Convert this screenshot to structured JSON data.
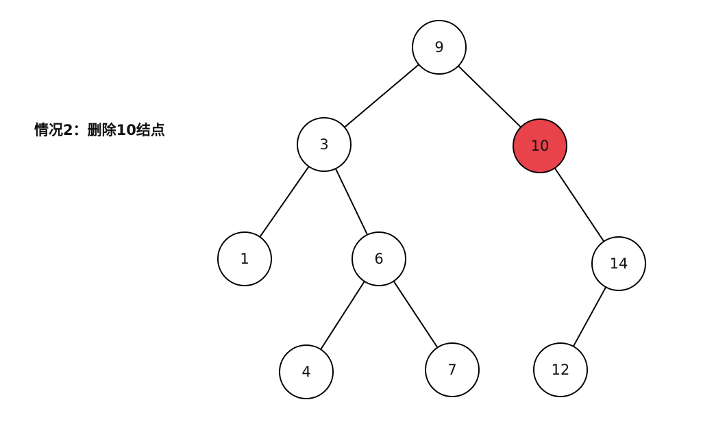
{
  "caption": "情况2：删除10结点",
  "colors": {
    "highlight_fill": "#e8434b",
    "node_fill": "#ffffff",
    "stroke": "#000000",
    "highlight_text": "#ffffff"
  },
  "nodes": [
    {
      "id": "n9",
      "label": "9",
      "highlighted": false
    },
    {
      "id": "n3",
      "label": "3",
      "highlighted": false
    },
    {
      "id": "n10",
      "label": "10",
      "highlighted": true
    },
    {
      "id": "n1",
      "label": "1",
      "highlighted": false
    },
    {
      "id": "n6",
      "label": "6",
      "highlighted": false
    },
    {
      "id": "n14",
      "label": "14",
      "highlighted": false
    },
    {
      "id": "n4",
      "label": "4",
      "highlighted": false
    },
    {
      "id": "n7",
      "label": "7",
      "highlighted": false
    },
    {
      "id": "n12",
      "label": "12",
      "highlighted": false
    }
  ],
  "edges": [
    {
      "from": "n9",
      "to": "n3"
    },
    {
      "from": "n9",
      "to": "n10"
    },
    {
      "from": "n3",
      "to": "n1"
    },
    {
      "from": "n3",
      "to": "n6"
    },
    {
      "from": "n10",
      "to": "n14"
    },
    {
      "from": "n6",
      "to": "n4"
    },
    {
      "from": "n6",
      "to": "n7"
    },
    {
      "from": "n14",
      "to": "n12"
    }
  ]
}
